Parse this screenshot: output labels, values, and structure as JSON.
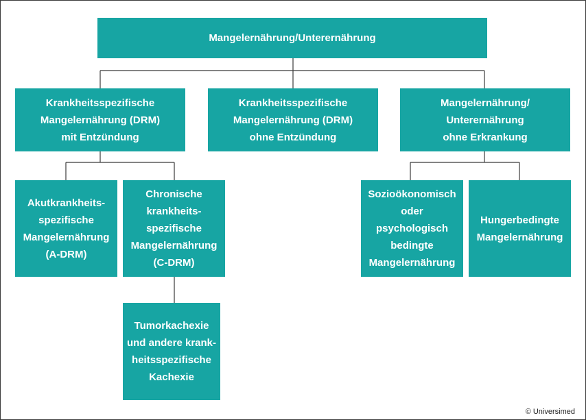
{
  "colors": {
    "box": "#17a5a3",
    "line": "#3a3a3a"
  },
  "root": {
    "label": "Mangelernährung/Unterernährung"
  },
  "drm_mit": {
    "line1": "Krankheitsspezifische",
    "line2": "Mangelernährung (DRM)",
    "emph": "mit",
    "rest": " Entzündung"
  },
  "drm_ohne": {
    "line1": "Krankheitsspezifische",
    "line2": "Mangelernährung (DRM)",
    "emph": "ohne",
    "rest": " Entzündung"
  },
  "ohne_erkrankung": {
    "line1": "Mangelernährung/",
    "line2": "Unterernährung",
    "line3": "ohne Erkrankung"
  },
  "a_drm": {
    "lines": [
      "Akutkrankheits-",
      "spezifische",
      "Mangelernährung",
      "(A-DRM)"
    ]
  },
  "c_drm": {
    "lines": [
      "Chronische",
      "krankheits-",
      "spezifische",
      "Mangelernährung",
      "(C-DRM)"
    ]
  },
  "tumor": {
    "lines": [
      "Tumorkachexie",
      "und andere krank-",
      "heitsspezifische",
      "Kachexie"
    ]
  },
  "sozio": {
    "lines": [
      "Sozioökonomisch",
      "oder",
      "psychologisch",
      "bedingte",
      "Mangelernährung"
    ]
  },
  "hunger": {
    "lines": [
      "Hungerbedingte",
      "Mangelernährung"
    ]
  },
  "credit": "© Universimed"
}
